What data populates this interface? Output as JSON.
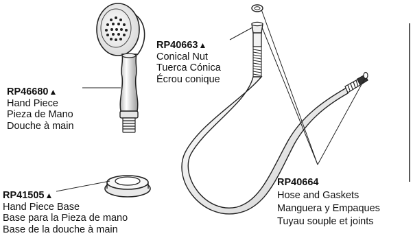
{
  "parts": {
    "conical_nut": {
      "code": "RP40663",
      "marker": "▲",
      "names": [
        "Conical Nut",
        "Tuerca Cónica",
        "Écrou conique"
      ]
    },
    "hand_piece": {
      "code": "RP46680",
      "marker": "▲",
      "names": [
        "Hand Piece",
        "Pieza de Mano",
        "Douche à main"
      ]
    },
    "hand_piece_base": {
      "code": "RP41505",
      "marker": "▲",
      "names": [
        "Hand Piece Base",
        "Base para la Pieza de mano",
        "Base de la douche à main"
      ]
    },
    "hose": {
      "code": "RP40664",
      "marker": "",
      "names": [
        "Hose and Gaskets",
        "Manguera y Empaques",
        "Tuyau souple et joints"
      ]
    }
  }
}
